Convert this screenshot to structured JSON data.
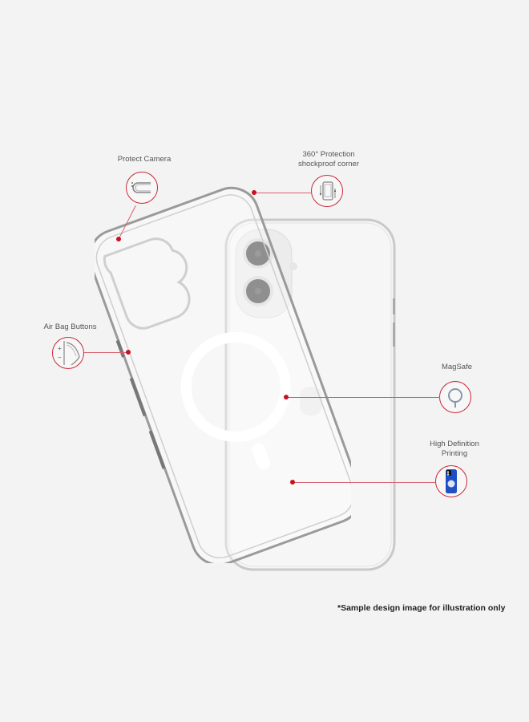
{
  "features": [
    {
      "id": "protect-camera",
      "label": "Protect Camera",
      "icon": "camera-cutout-icon"
    },
    {
      "id": "corner-protection",
      "label_line1": "360° Protection",
      "label_line2": "shockproof corner",
      "icon": "phone-rotate-icon"
    },
    {
      "id": "air-bag-buttons",
      "label": "Air Bag Buttons",
      "icon": "side-buttons-icon",
      "button_plus": "+",
      "button_minus": "−"
    },
    {
      "id": "magsafe",
      "label": "MagSafe",
      "icon": "magsafe-ring-icon"
    },
    {
      "id": "hd-printing",
      "label_line1": "High Definition",
      "label_line2": "Printing",
      "icon": "printed-case-icon"
    }
  ],
  "disclaimer": "*Sample design image for illustration only",
  "colors": {
    "background": "#f3f3f3",
    "accent": "#c8101f",
    "callout_line": "#d96270",
    "text": "#555555",
    "print_blue": "#1f4fc4"
  }
}
